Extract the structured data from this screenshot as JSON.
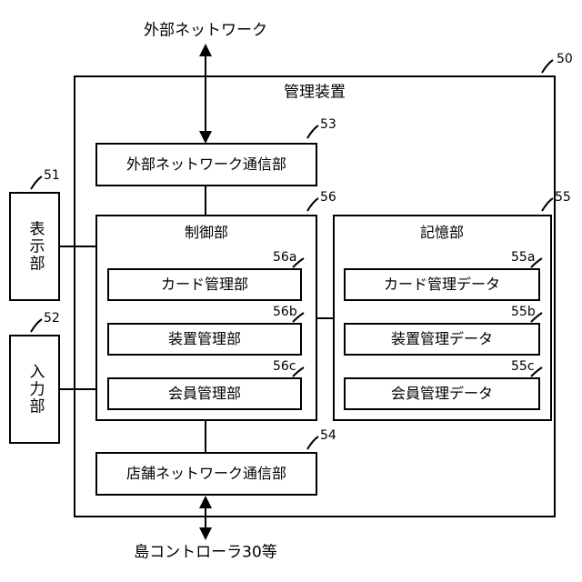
{
  "labels": {
    "external_network": "外部ネットワーク",
    "management_device": "管理装置",
    "external_comm": "外部ネットワーク通信部",
    "display_unit": "表示部",
    "input_unit": "入力部",
    "control_unit": "制御部",
    "card_management": "カード管理部",
    "device_management": "装置管理部",
    "member_management": "会員管理部",
    "storage_unit": "記憶部",
    "card_data": "カード管理データ",
    "device_data": "装置管理データ",
    "member_data": "会員管理データ",
    "store_comm": "店舗ネットワーク通信部",
    "island_controller": "島コントローラ30等"
  },
  "refs": {
    "management_device": "50",
    "display_unit": "51",
    "input_unit": "52",
    "external_comm": "53",
    "store_comm": "54",
    "storage_unit": "55",
    "card_data": "55a",
    "device_data": "55b",
    "member_data": "55c",
    "control_unit": "56",
    "card_management": "56a",
    "device_management": "56b",
    "member_management": "56c"
  }
}
